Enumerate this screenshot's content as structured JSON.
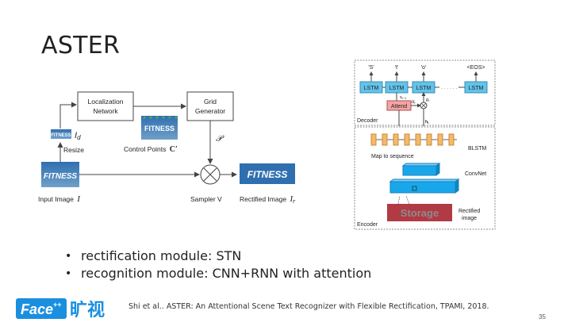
{
  "slide": {
    "title": "ASTER",
    "page_number": "35",
    "citation": "Shi et al.. ASTER: An Attentional Scene Text Recognizer with Flexible Rectification, TPAMI, 2018.",
    "brand": {
      "name_en": "Face",
      "superscript": "++",
      "name_cn": "旷视",
      "color": "#1a8fe0"
    }
  },
  "bullets": [
    "rectification module: STN",
    "recognition module: CNN+RNN with attention"
  ],
  "rectification_figure": {
    "localization_network": [
      "Localization",
      "Network"
    ],
    "grid_generator": [
      "Grid",
      "Generator"
    ],
    "resize": "Resize",
    "i_d_symbol": "I",
    "i_d_sub": "d",
    "control_points": "Control Points",
    "control_points_symbol": "C′",
    "p_symbol": "𝒫",
    "input_image": "Input Image",
    "input_symbol": "I",
    "sampler": "Sampler V",
    "rectified_image": "Rectified Image",
    "rectified_symbol": "I",
    "rectified_sub": "r",
    "image_word": "FITNESS"
  },
  "recognition_figure": {
    "outputs": [
      "'S'",
      "'t'",
      "'o'",
      "<EOS>"
    ],
    "lstm": "LSTM",
    "dots": "· · · · · ·",
    "attend": "Attend",
    "alpha": "α",
    "alpha_sub": "t",
    "g": "g",
    "g_sub": "t",
    "s": "s",
    "s_sub": "t−1",
    "h": "h",
    "h_sub": "t",
    "decoder": "Decoder",
    "map_to_sequence": "Map to sequence",
    "blstm": "BLSTM",
    "convnet": "ConvNet",
    "rectified": [
      "Rectified",
      "image"
    ],
    "encoder": "Encoder",
    "image_word": "Storage"
  },
  "colors": {
    "lstm_fill": "#62c3ea",
    "attend_fill": "#f4a4a4",
    "blstm_fill": "#f5b96a",
    "convnet_fill": "#19a7ec",
    "rectified_image_fill": "#b13a44"
  }
}
